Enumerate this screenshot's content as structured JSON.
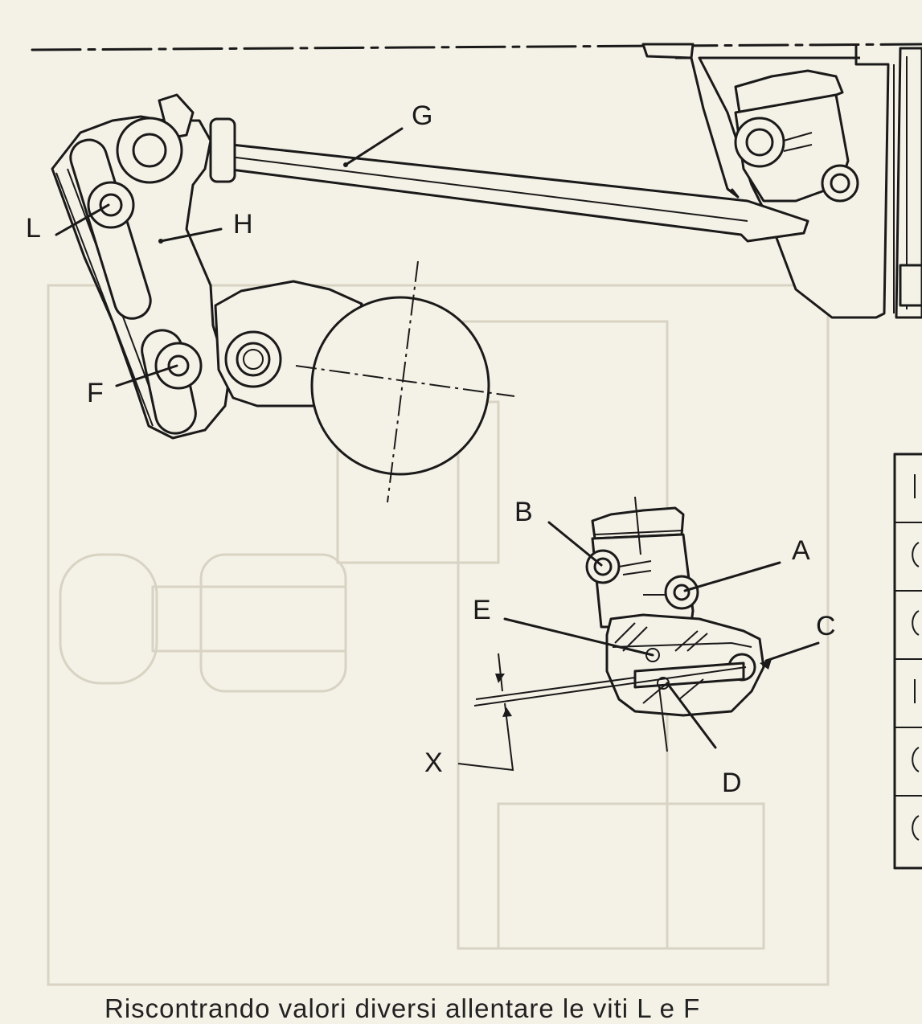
{
  "labels": {
    "a": "A",
    "b": "B",
    "c": "C",
    "d": "D",
    "e": "E",
    "f": "F",
    "g": "G",
    "h": "H",
    "l": "L",
    "x": "X"
  },
  "body_text": "Riscontrando valori diversi allentare le viti L e F"
}
